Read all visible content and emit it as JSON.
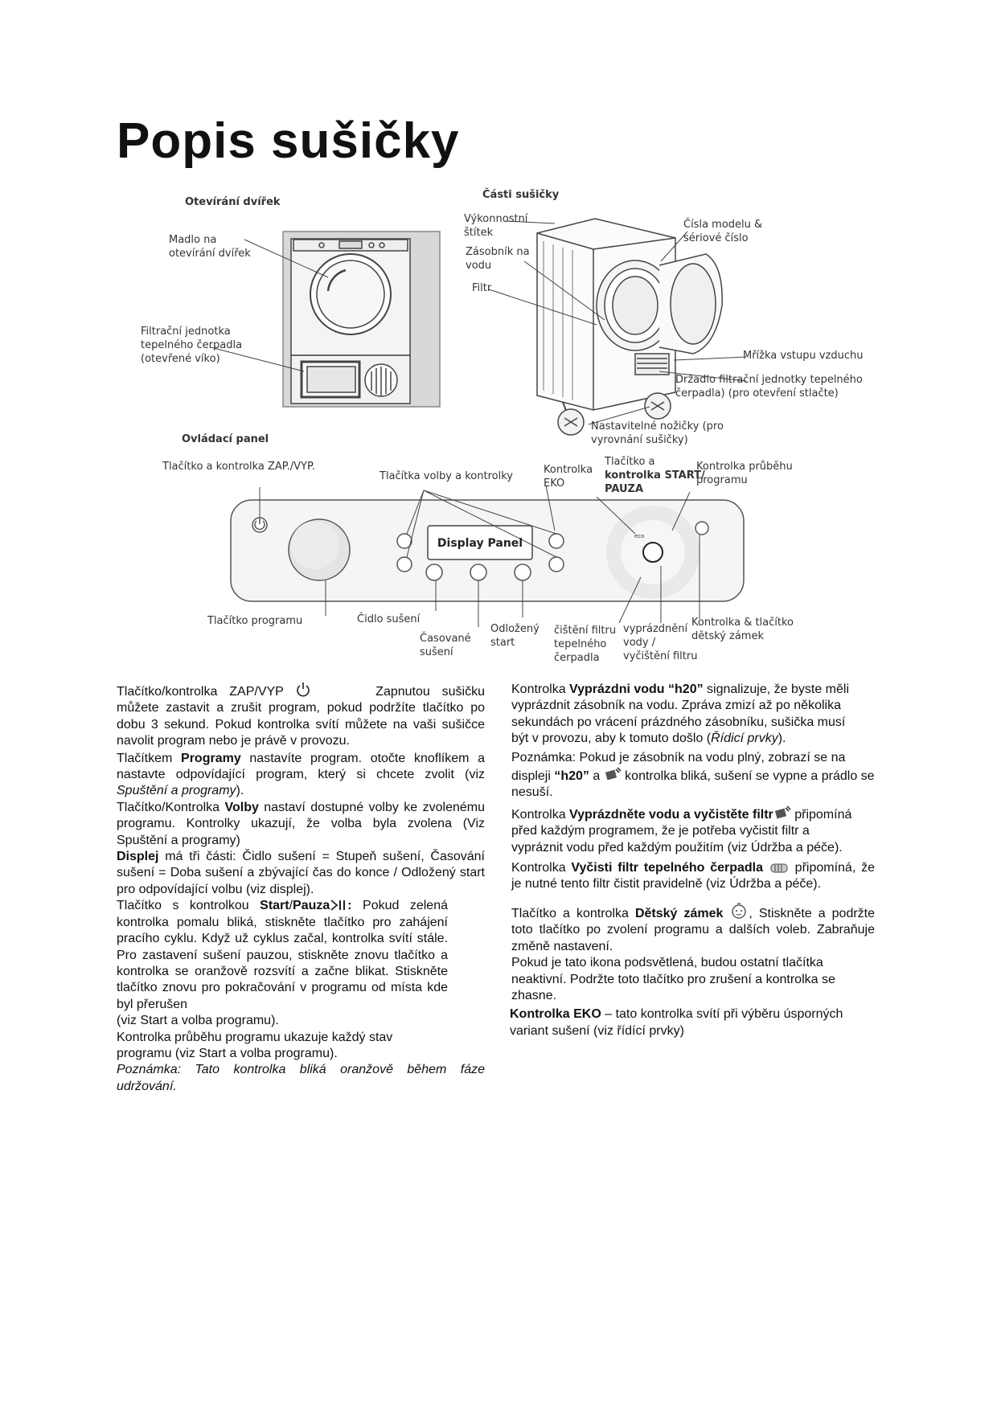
{
  "title": "Popis sušičky",
  "diagram": {
    "door_section": {
      "heading": "Otevírání dvířek",
      "label_handle": [
        "Madlo na",
        "otevírání dvířek"
      ],
      "label_filter": [
        "Filtrační jednotka",
        "tepelného čerpadla",
        "(otevřené víko)"
      ]
    },
    "parts_section": {
      "heading": "Části sušičky",
      "rating_plate": [
        "Výkonnostní",
        "štítek"
      ],
      "water_tank": [
        "Zásobník na",
        "vodu"
      ],
      "filter": "Filtr",
      "model_numbers": [
        "Čísla modelu &",
        "sériové číslo"
      ],
      "air_grille": "Mřížka vstupu vzduchu",
      "filter_handle": [
        "Držadlo filtrační jednotky tepelného",
        "čerpadla) (pro otevření stlačte)"
      ],
      "feet": [
        "Nastavitelné nožičky (pro",
        "vyrovnání sušičky)"
      ]
    },
    "control_panel": {
      "heading": "Ovládací panel",
      "on_off": "Tlačítko a kontrolka ZAP./VYP.",
      "option_buttons": "Tlačítka volby a kontrolky",
      "eco_light": [
        "Kontrolka",
        "EKO"
      ],
      "start_pause": [
        "Tlačítko a",
        "kontrolka START/",
        "PAUZA"
      ],
      "progress_light": [
        "Kontrolka průběhu",
        "programu"
      ],
      "display_panel": "Display Panel",
      "program_knob": "Tlačítko programu",
      "dry_sensor": "Čidlo sušení",
      "timed_drying": [
        "Časované",
        "sušení"
      ],
      "delayed_start": [
        "Odložený",
        "start"
      ],
      "clean_filter": [
        "čištění filtru",
        "tepelného",
        "čerpadla"
      ],
      "empty_water": [
        "vyprázdnění",
        "vody /",
        "vyčištění filtru"
      ],
      "child_lock": [
        "Kontrolka & tlačítko",
        "dětský zámek"
      ]
    }
  },
  "left_column": {
    "p1": {
      "a": "Tlačítko/kontrolka ZAP/VYP",
      "b": "Zapnutou sušičku můžete zastavit a zrušit program, pokud podržíte tlačítko po dobu 3 sekund. Pokud kontrolka svítí můžete na vaši sušičce navolit program nebo je právě v provozu."
    },
    "p2": {
      "a": "Tlačítkem ",
      "b": "Programy",
      "c": " nastavíte program. otočte knoflíkem a nastavte odpovídající program, který si chcete zvolit (viz ",
      "d": "Spuštění a programy",
      "e": ")."
    },
    "p3": {
      "a": "Tlačítko/Kontrolka ",
      "b": "Volby",
      "c": " nastaví dostupné volby ke zvolenému programu. Kontrolky ukazují, že volba byla zvolena (Viz Spuštění a programy)"
    },
    "p4": {
      "a": "Displej",
      "b": " má tři části: Čidlo sušení = Stupeň sušení, Časování sušení = Doba sušení a zbývající čas do konce / Odložený start pro odpovídající volbu (viz displej)."
    },
    "p5": {
      "a": "Tlačítko s kontrolkou ",
      "b": "Start",
      "c": "/",
      "d": "Pauza",
      "e": ":",
      "f": " Pokud zelená kontrolka pomalu bliká, stiskněte tlačítko pro zahájení pracího cyklu. Když už cyklus začal, kontrolka svítí stále. Pro zastavení sušení pauzou, stiskněte znovu tlačítko a kontrolka se oranžově rozsvítí a začne blikat. Stiskněte tlačítko znovu pro pokračování v programu od místa kde byl přerušen",
      "g": "(viz Start  a volba programu)."
    },
    "p6": "Kontrolka průběhu programu ukazuje každý stav programu (viz Start a volba programu).",
    "p7": "Poznámka: Tato kontrolka bliká oranžově během fáze udržování."
  },
  "right_column": {
    "p1": {
      "a": "Kontrolka ",
      "b": "Vyprázdni vodu “h20”",
      "c": " signalizuje, že byste měli vyprázdnit zásobník na vodu. Zpráva zmizí až po několika sekundách po vrácení prázdného zásobníku, sušička musí být v provozu, aby k tomuto došlo (",
      "d": "Řídicí prvky",
      "e": ")."
    },
    "p2": {
      "a": "Poznámka: Pokud je zásobník na vodu plný, zobrazí se na displeji ",
      "b": "“h20”",
      "c": " a ",
      "d": " kontrolka bliká, sušení se vypne a prádlo se nesuší."
    },
    "p3": {
      "a": "Kontrolka ",
      "b": "Vyprázdněte vodu a vyčistěte filtr",
      "c": " připomíná před každým programem, že je potřeba vyčistit filtr a vypráznit vodu před každým použitím (viz Údržba a péče)."
    },
    "p4": {
      "a": "Kontrolka ",
      "b": "Vyčisti filtr tepelného čerpadla",
      "c": " připomíná, že je nutné tento filtr čistit pravidelně (viz Údržba a péče)."
    },
    "p5": {
      "a": "Tlačítko a kontrolka ",
      "b": "Dětský zámek",
      "c": ", Stiskněte a podržte toto tlačítko po zvolení programu a dalších voleb. Zabraňuje změně nastavení."
    },
    "p6": "Pokud je tato ikona podsvětlená, budou ostatní tlačítka neaktivní. Podržte toto tlačítko pro zrušení a kontrolka se zhasne.",
    "p7": {
      "a": "Kontrolka EKO",
      "b": " – tato kontrolka svítí při výběru úsporných variant sušení (viz řídící prvky)"
    }
  }
}
